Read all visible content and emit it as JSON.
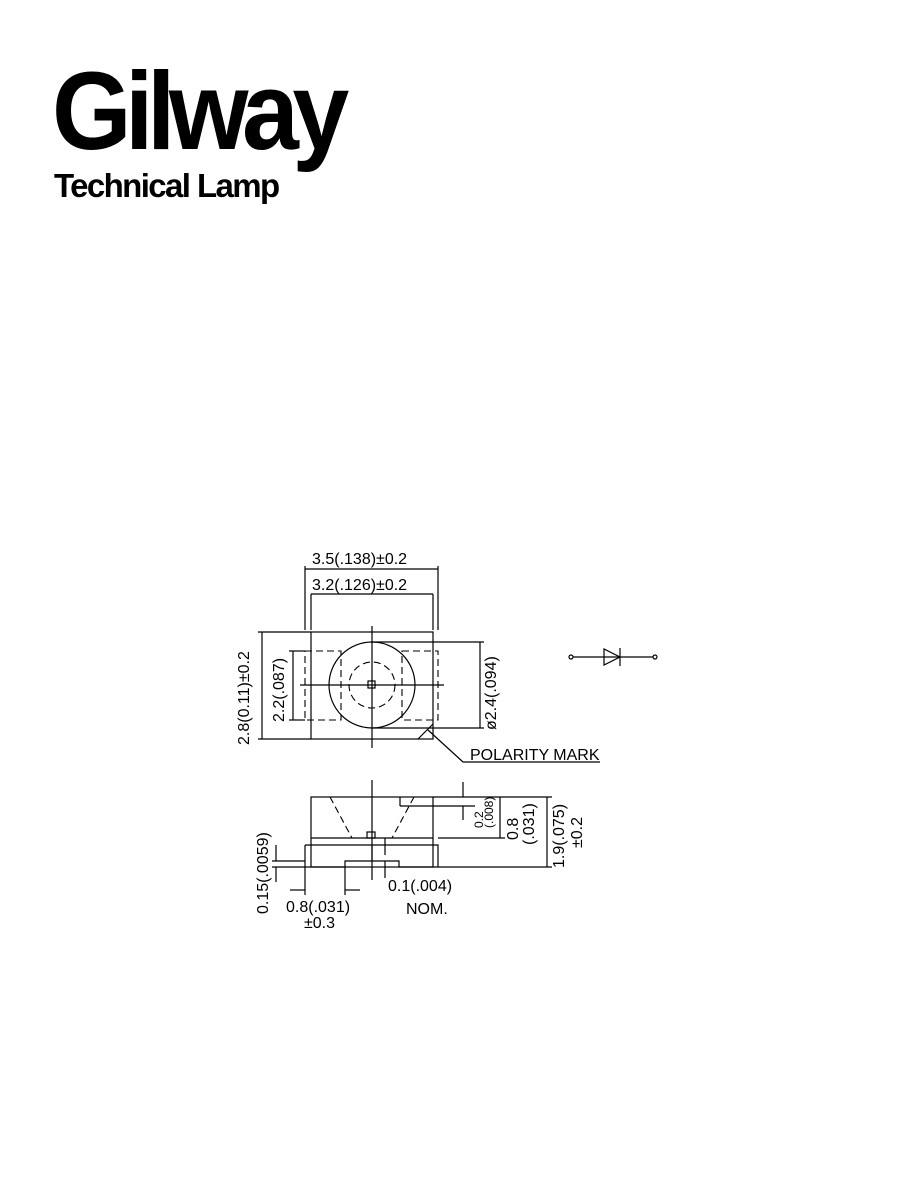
{
  "logo": {
    "brand": "Gilway",
    "tagline": "Technical Lamp"
  },
  "top_view": {
    "overall_width": "3.5(.138)±0.2",
    "body_width": "3.2(.126)±0.2",
    "overall_height": "2.8(0.11)±0.2",
    "pad_height": "2.2(.087)",
    "lens_diameter": "ø2.4(.094)",
    "polarity_label": "POLARITY  MARK"
  },
  "side_view": {
    "top_offset": "0.2\n(.008)",
    "top_offset_a": "0.2",
    "top_offset_b": "(.008)",
    "body_height_a": "0.8",
    "body_height_b": "(.031)",
    "total_height_a": "1.9(.075)",
    "total_height_b": "±0.2",
    "lead_thickness": "0.15(.0059)",
    "lead_width_a": "0.8(.031)",
    "lead_width_b": "±0.3",
    "gap_a": "0.1(.004)",
    "gap_b": "NOM."
  },
  "symbol": {
    "name": "diode-symbol"
  }
}
